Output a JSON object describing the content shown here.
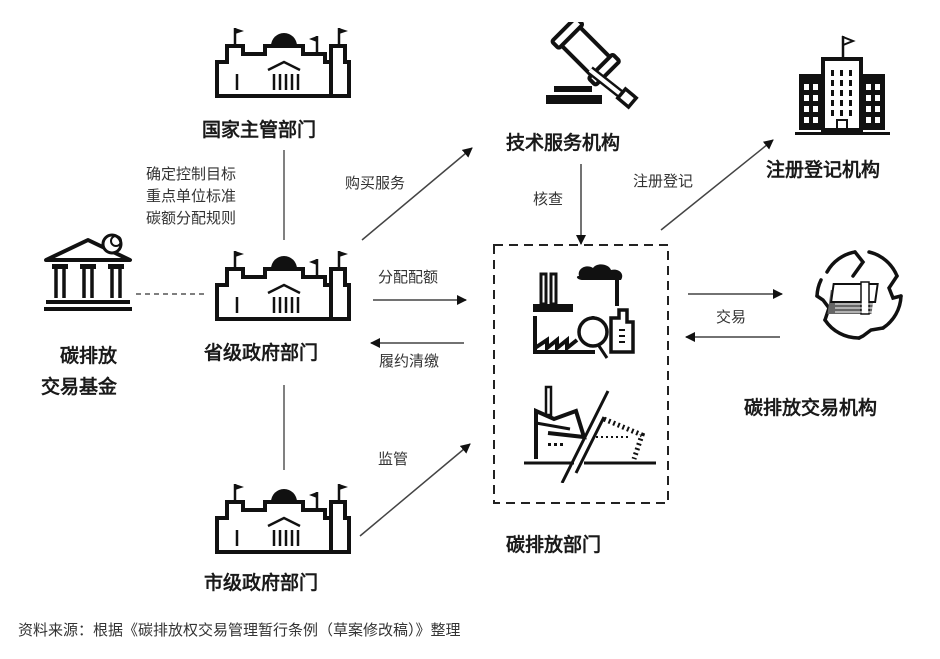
{
  "nodes": {
    "national": {
      "label": "国家主管部门",
      "icon": "government-building-icon"
    },
    "provincial": {
      "label": "省级政府部门",
      "icon": "government-building-icon"
    },
    "municipal": {
      "label": "市级政府部门",
      "icon": "government-building-icon"
    },
    "fund": {
      "label_line1": "碳排放",
      "label_line2": "交易基金",
      "icon": "bank-coin-icon"
    },
    "tech_service": {
      "label": "技术服务机构",
      "icon": "gavel-icon"
    },
    "registry": {
      "label": "注册登记机构",
      "icon": "office-building-icon"
    },
    "emitters": {
      "label": "碳排放部门",
      "icons": [
        "factory-icon",
        "power-plant-icon"
      ]
    },
    "exchange": {
      "label": "碳排放交易机构",
      "icon": "money-exchange-icon"
    }
  },
  "national_duties": [
    "确定控制目标",
    "重点单位标准",
    "碳额分配规则"
  ],
  "edges": {
    "buy_service": "购买服务",
    "verify": "核查",
    "register": "注册登记",
    "allocate": "分配配额",
    "compliance": "履约清缴",
    "trade": "交易",
    "supervise": "监管"
  },
  "source": "资料来源：根据《碳排放权交易管理暂行条例（草案修改稿）》整理"
}
